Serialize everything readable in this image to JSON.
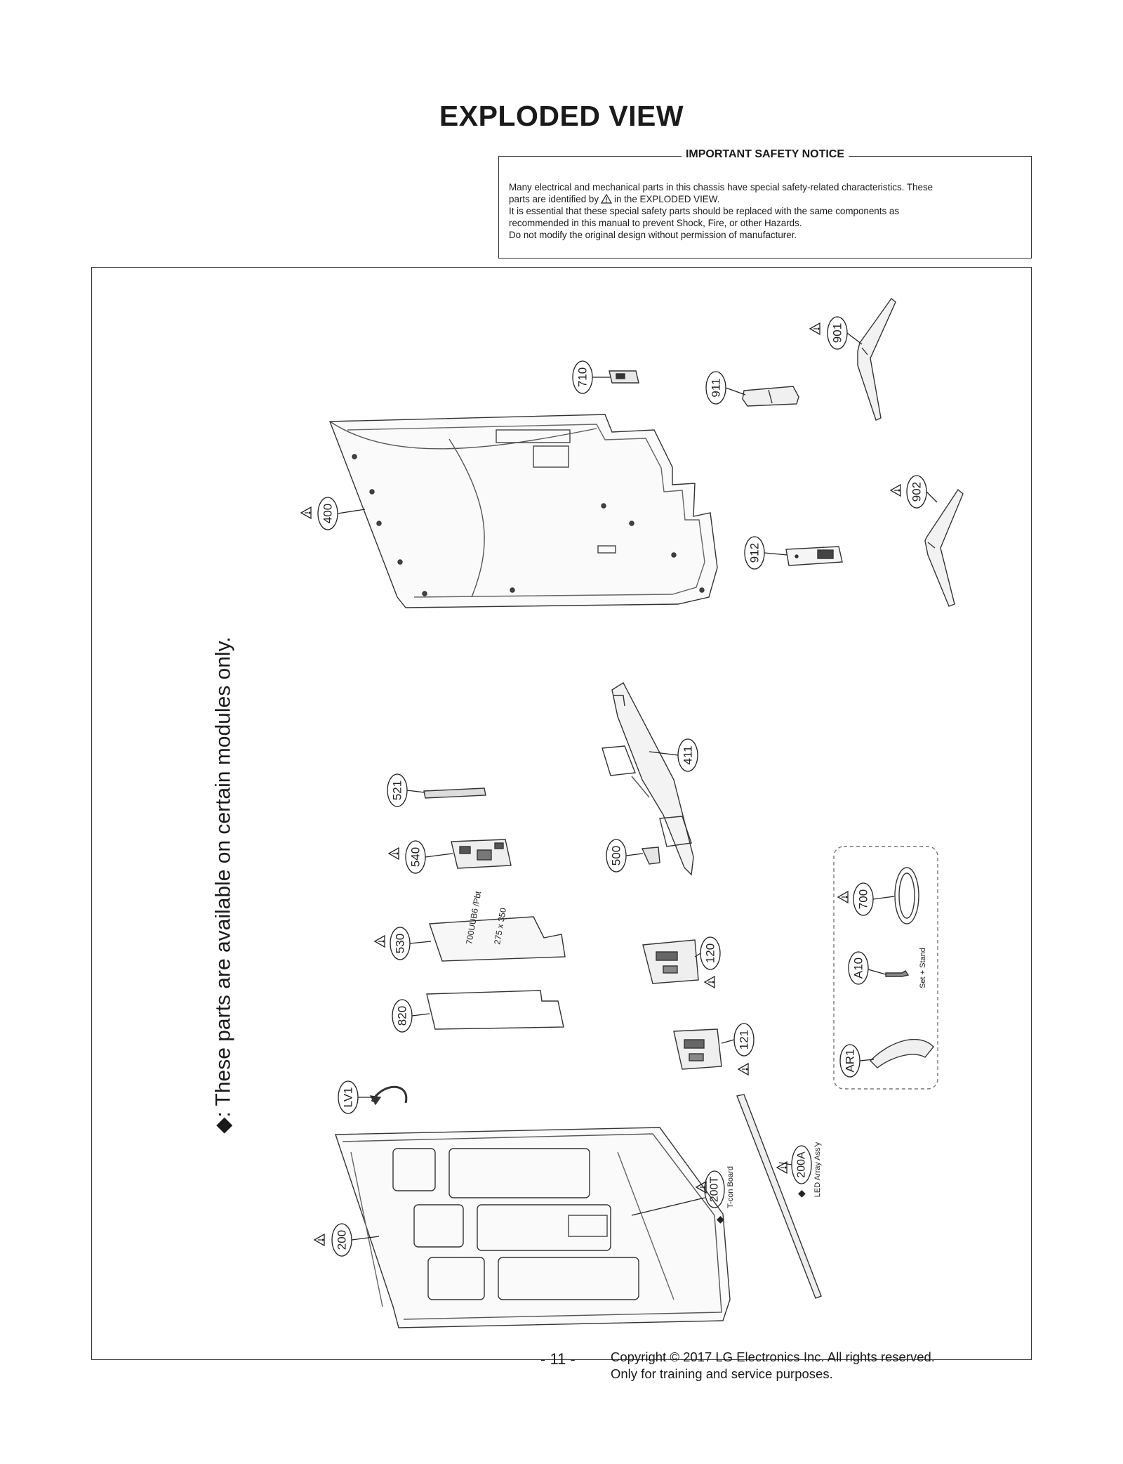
{
  "page_title": "EXPLODED VIEW",
  "notice": {
    "title": "IMPORTANT SAFETY NOTICE",
    "line1": "Many electrical and mechanical parts in this chassis have special safety-related characteristics. These",
    "line2a": "parts are identified by",
    "line2b": "in the EXPLODED VIEW.",
    "line3": "It is essential that these special safety parts should be replaced with the same components as",
    "line4": "recommended in this manual to prevent Shock, Fire, or other Hazards.",
    "line5": "Do not modify the original design without permission of manufacturer."
  },
  "side_note": "◆: These parts are available on certain modules only.",
  "parts": {
    "p901": "901",
    "p710": "710",
    "p911": "911",
    "p400": "400",
    "p902": "902",
    "p912": "912",
    "p411": "411",
    "p521": "521",
    "p540": "540",
    "p500": "500",
    "p700": "700",
    "p530": "530",
    "p120": "120",
    "pA10": "A10",
    "p820": "820",
    "p121": "121",
    "pAR1": "AR1",
    "pLV1": "LV1",
    "p200": "200",
    "p200T": "200T",
    "p200A": "200A"
  },
  "captions": {
    "set_stand": "Set + Stand",
    "tcon": "T-con Board",
    "led": "LED Array Ass'y",
    "label_line1": "700UUB6 /Pbt",
    "label_line2": "275 x 350"
  },
  "footer": {
    "page": "- 11 -",
    "copyright": "Copyright © 2017 LG Electronics Inc. All rights reserved.",
    "purpose": "Only for training and service purposes."
  }
}
